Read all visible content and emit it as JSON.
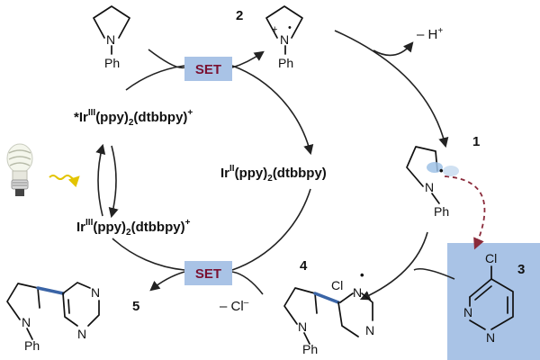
{
  "colors": {
    "set_box": "#a9c3e6",
    "set_text": "#7a1030",
    "highlight_box": "#a9c3e6",
    "new_bond": "#3a64a6",
    "radical_path": "#8a2a3a",
    "photon": "#e3c400"
  },
  "icons": {
    "bulb": "light-bulb-icon",
    "photon": "photon-wavy-arrow-icon"
  },
  "compounds": {
    "c2": {
      "number": "2"
    },
    "c1": {
      "number": "1"
    },
    "c3": {
      "number": "3"
    },
    "c4": {
      "number": "4"
    },
    "c5": {
      "number": "5"
    }
  },
  "atoms": {
    "N": "N",
    "Ph": "Ph",
    "Cl": "Cl",
    "plus": "+",
    "radical_dot": "•"
  },
  "catalysts": {
    "excited": {
      "prefix": "*Ir",
      "ox": "III",
      "ligand1": "(ppy)",
      "ligand1_sub": "2",
      "ligand2": "(dtbbpy)",
      "charge": "+"
    },
    "reduced": {
      "prefix": "Ir",
      "ox": "II",
      "ligand1": "(ppy)",
      "ligand1_sub": "2",
      "ligand2": "(dtbbpy)",
      "charge": ""
    },
    "ground": {
      "prefix": "Ir",
      "ox": "III",
      "ligand1": "(ppy)",
      "ligand1_sub": "2",
      "ligand2": "(dtbbpy)",
      "charge": "+"
    }
  },
  "set_labels": {
    "top": "SET",
    "bottom": "SET"
  },
  "byproducts": {
    "proton_loss": "– H",
    "proton_charge": "+",
    "chloride_loss": "– Cl",
    "chloride_charge": "–"
  }
}
